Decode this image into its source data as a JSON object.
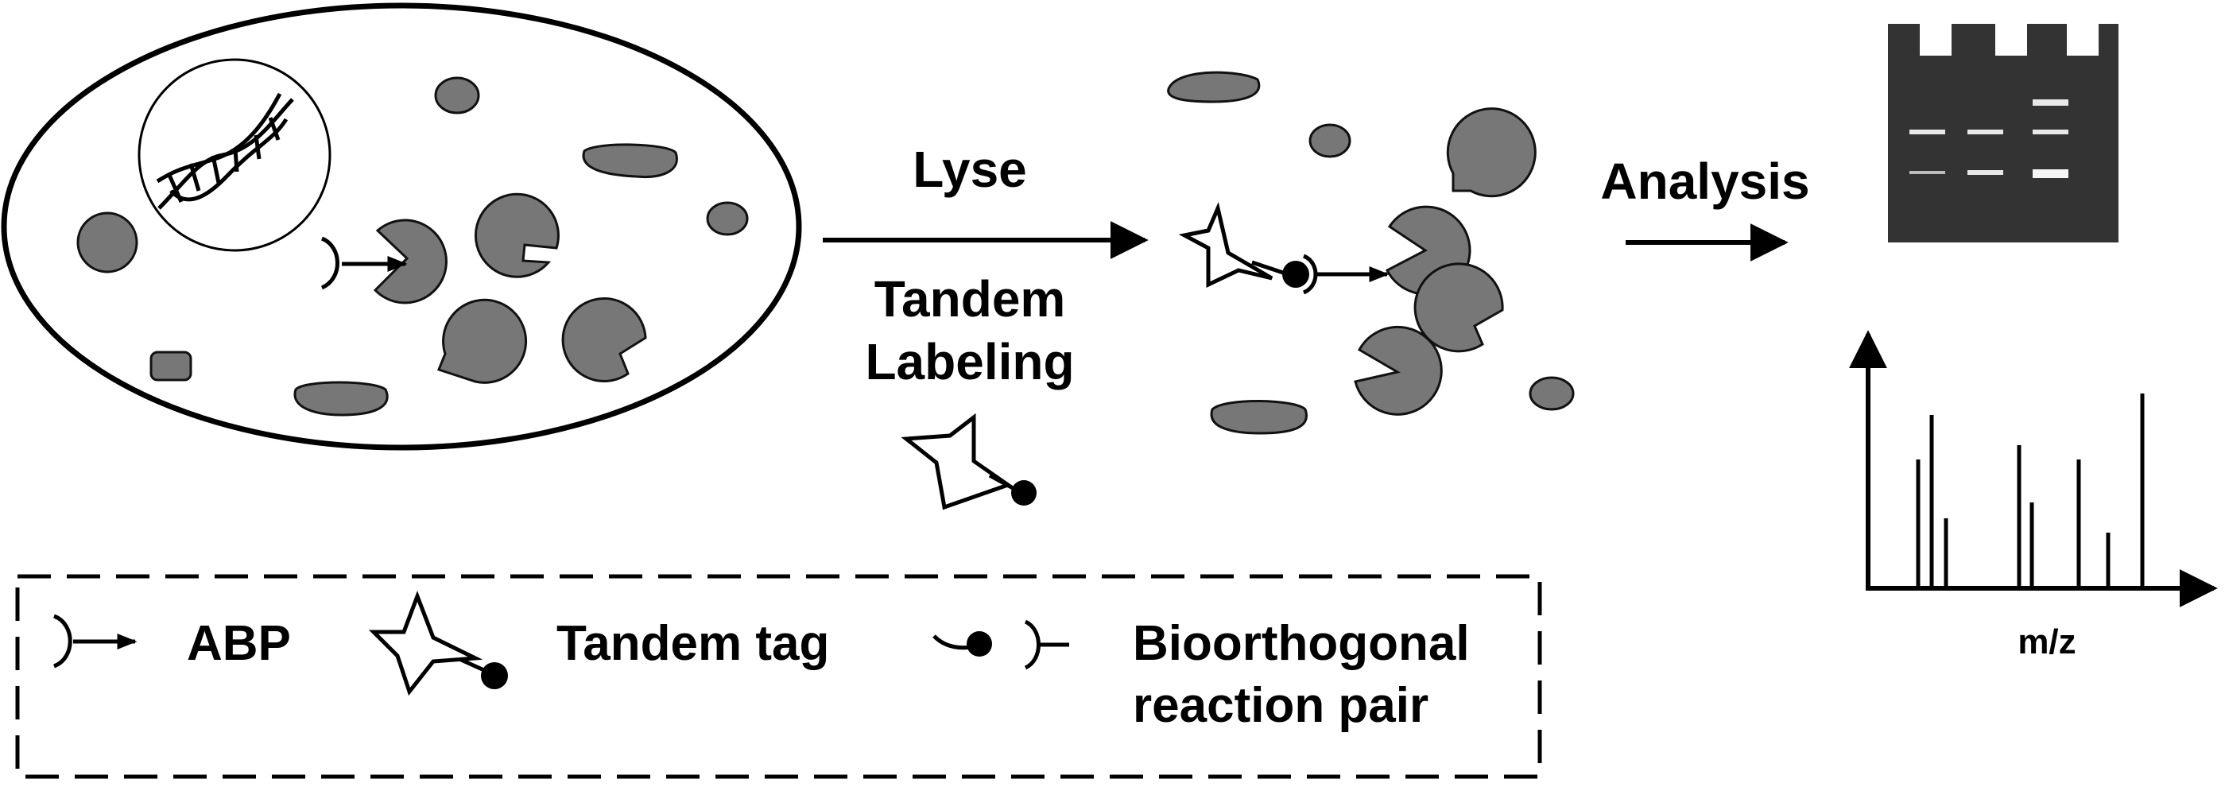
{
  "steps": {
    "lyse": "Lyse",
    "tandem_labeling_line1": "Tandem",
    "tandem_labeling_line2": "Labeling",
    "analysis": "Analysis"
  },
  "spectrum": {
    "x_label": "m/z"
  },
  "legend": {
    "abp": "ABP",
    "tandem_tag": "Tandem tag",
    "bioorthogonal_line1": "Bioorthogonal",
    "bioorthogonal_line2": "reaction pair"
  },
  "icons": [
    "cell-icon",
    "nucleus-icon",
    "dna-icon",
    "protein-icon",
    "abp-icon",
    "tandem-tag-icon",
    "gel-icon",
    "arrow-icon"
  ],
  "colors": {
    "protein_fill": "#777777",
    "gel": "#333333",
    "stroke": "#000000"
  }
}
